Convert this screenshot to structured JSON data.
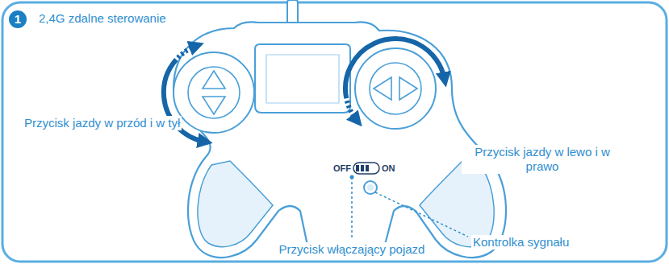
{
  "diagram": {
    "title": "2,4G zdalne sterowanie",
    "labels": [
      "1",
      "Przycisk jazdy w przód i w tył",
      "Przycisk jazdy w lewo i w prawo",
      "OFF",
      "ON",
      "Przycisk włączający pojazd",
      "Kontrolka sygnału"
    ]
  }
}
